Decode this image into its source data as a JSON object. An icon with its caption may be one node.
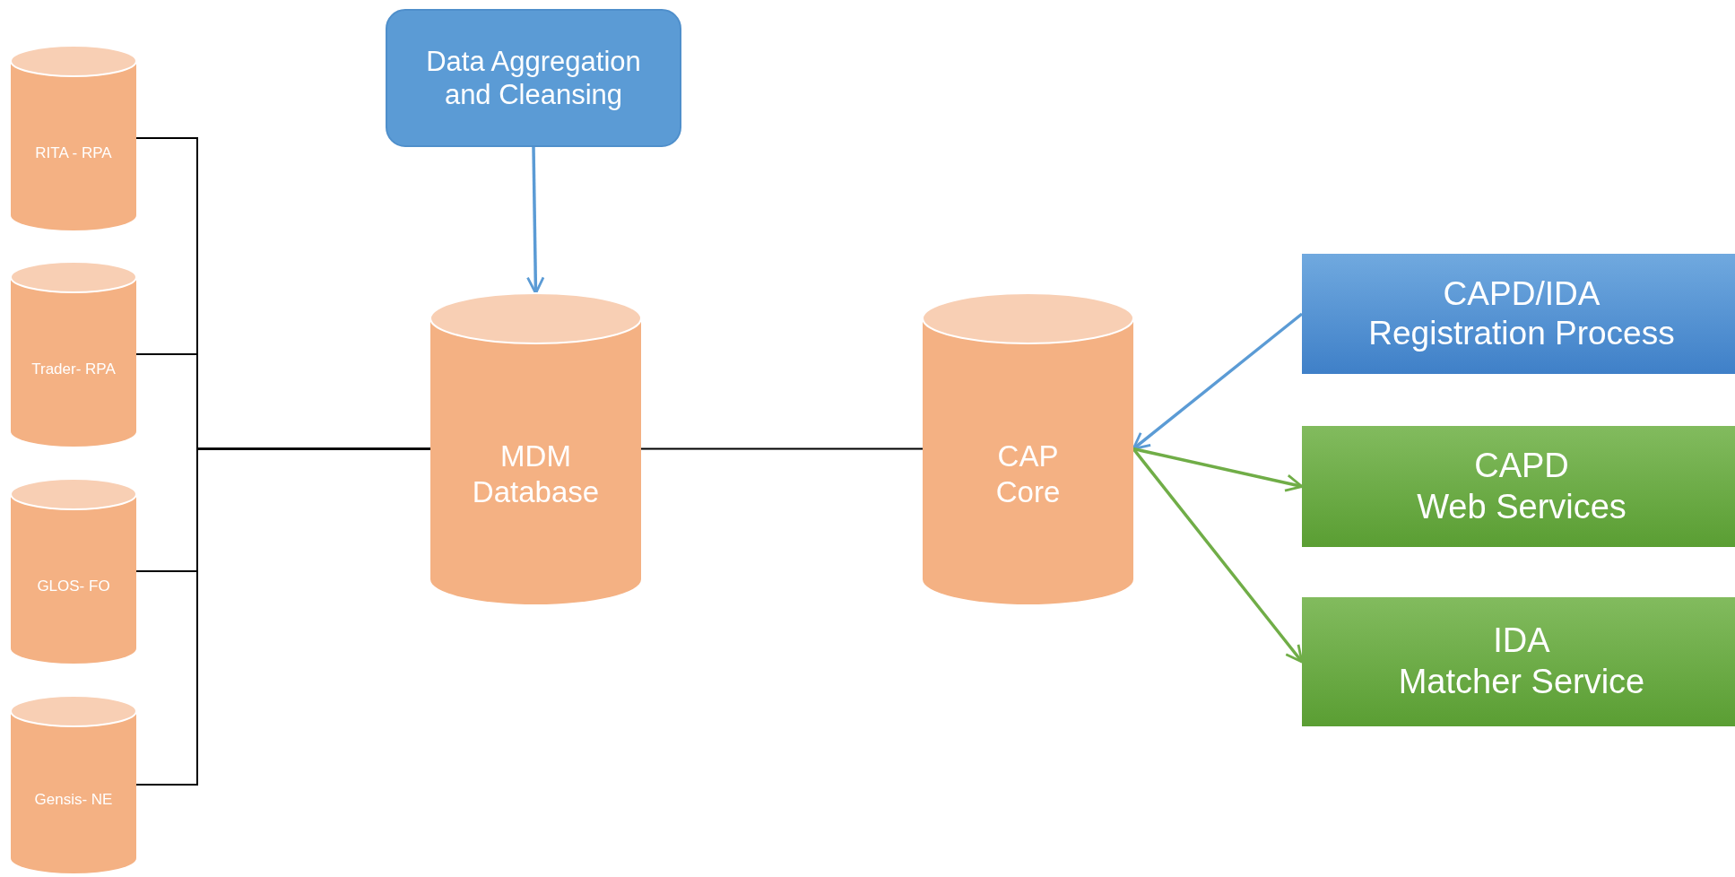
{
  "diagram": {
    "nodes": [
      {
        "text": [
          "RITA - RPA"
        ]
      },
      {
        "text": [
          "Trader- RPA"
        ]
      },
      {
        "text": [
          "GLOS- FO"
        ]
      },
      {
        "text": [
          "Gensis- NE"
        ]
      },
      {
        "text": [
          "Data Aggregation and Cleansing"
        ]
      },
      {
        "text": [
          "MDM Database"
        ]
      },
      {
        "text": [
          "CAP Core"
        ]
      },
      {
        "text": [
          "CAPD/IDA Registration Process"
        ]
      },
      {
        "text": [
          "CAPD",
          "Web Services"
        ]
      },
      {
        "text": [
          "IDA",
          "Matcher Service"
        ]
      }
    ],
    "edges": [
      {
        "from": 0,
        "to": 5,
        "arrow": "none"
      },
      {
        "from": 1,
        "to": 5,
        "arrow": "none"
      },
      {
        "from": 2,
        "to": 5,
        "arrow": "none"
      },
      {
        "from": 3,
        "to": 5,
        "arrow": "none"
      },
      {
        "from": 4,
        "to": 5,
        "arrow": "to",
        "color": "#5b9bd5"
      },
      {
        "from": 5,
        "to": 6,
        "arrow": "none"
      },
      {
        "from": 7,
        "to": 6,
        "arrow": "to",
        "color": "#5b9bd5"
      },
      {
        "from": 6,
        "to": 8,
        "arrow": "to",
        "color": "#70ad47"
      },
      {
        "from": 6,
        "to": 9,
        "arrow": "to",
        "color": "#70ad47"
      }
    ]
  }
}
